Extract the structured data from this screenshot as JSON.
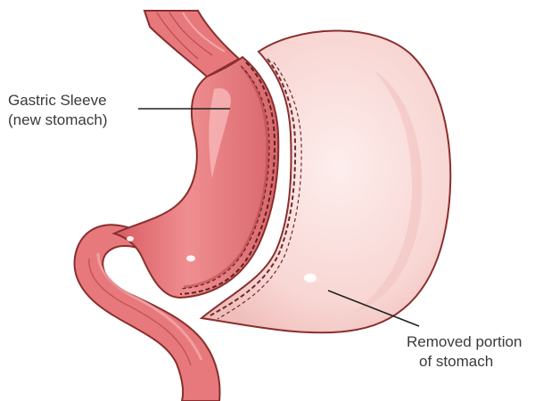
{
  "labels": {
    "sleeve_line1": "Gastric Sleeve",
    "sleeve_line2": "(new stomach)",
    "removed_line1": "Removed portion",
    "removed_line2": "of stomach"
  },
  "colors": {
    "sleeve_fill": "#e5787c",
    "sleeve_light": "#f2a4a6",
    "sleeve_dark": "#c0494f",
    "outline": "#8a2e2e",
    "removed_fill": "#f9d9d7",
    "removed_light": "#fdeeed",
    "removed_shadow": "#f0c2bf",
    "leader_line": "#222222"
  }
}
